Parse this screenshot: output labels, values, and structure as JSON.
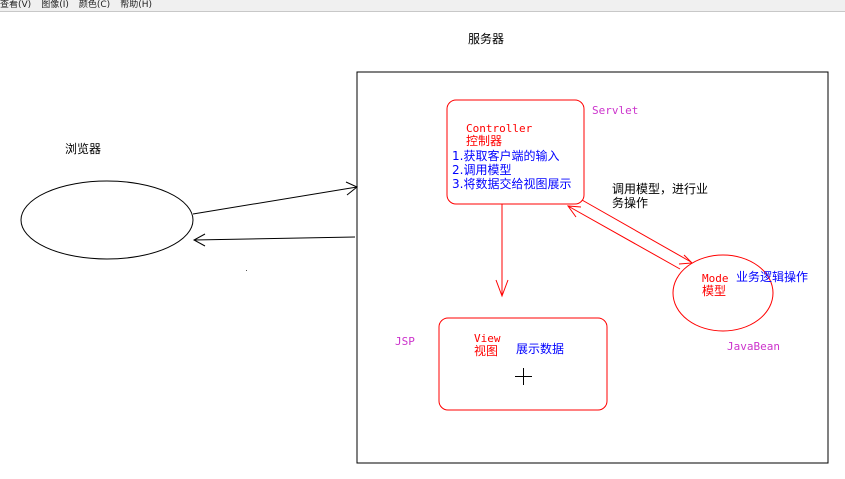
{
  "menu": {
    "items": [
      "查看(V)",
      "图像(I)",
      "颜色(C)",
      "帮助(H)"
    ]
  },
  "diagram": {
    "server_title": "服务器",
    "browser_label": "浏览器",
    "servlet_label": "Servlet",
    "controller": {
      "title_en": "Controller",
      "title_cn": "控制器",
      "steps": [
        "1.获取客户端的输入",
        "2.调用模型",
        "3.将数据交给视图展示"
      ]
    },
    "call_model_note": [
      "调用模型，进行业",
      "务操作"
    ],
    "model": {
      "title_en": "Mode",
      "title_cn": "模型",
      "desc": "业务逻辑操作",
      "tech": "JavaBean"
    },
    "view": {
      "title_en": "View",
      "title_cn": "视图",
      "desc": "展示数据",
      "tech": "JSP"
    }
  },
  "colors": {
    "red": "#ff0000",
    "blue": "#0000ff",
    "magenta": "#cc33cc",
    "black": "#000000"
  }
}
